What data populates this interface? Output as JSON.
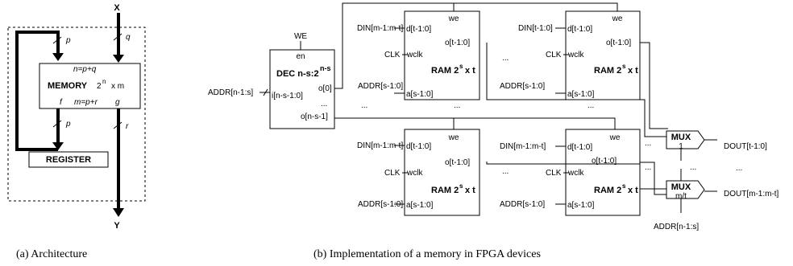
{
  "caption_a": "(a) Architecture",
  "caption_b": "(b) Implementation of a memory in FPGA devices",
  "arch": {
    "x": "X",
    "y": "Y",
    "p1": "p",
    "q": "q",
    "p2": "p",
    "r": "r",
    "npq": "n=p+q",
    "memory": "MEMORY",
    "mem2": "2",
    "memn": "n",
    "memx": "x m",
    "f": "f",
    "mpr": "m=p+r",
    "g": "g",
    "register": "REGISTER"
  },
  "fpga": {
    "we_in": "WE",
    "addr_top": "ADDR[n-1:s]",
    "dec": {
      "en": "en",
      "title": "DEC n-s:2",
      "sup": "n-s",
      "in": "i[n-s-1:0]",
      "o0": "o[0]",
      "odots": "...",
      "on": "o[n-s-1]"
    },
    "ram_tl": {
      "we": "we",
      "din": "DIN[m-1:m-t]",
      "d": "d[t-1:0]",
      "o": "o[t-1:0]",
      "clk": "CLK",
      "wclk": "wclk",
      "title": "RAM 2",
      "sup": "s",
      "rest": "x t",
      "addr": "ADDR[s-1:0]",
      "a": "a[s-1:0]"
    },
    "ram_tr": {
      "we": "we",
      "din": "DIN[t-1:0]",
      "d": "d[t-1:0]",
      "o": "o[t-1:0]",
      "clk": "CLK",
      "wclk": "wclk",
      "title": "RAM 2",
      "sup": "s",
      "rest": "x t",
      "addr": "ADDR[s-1:0]",
      "a": "a[s-1:0]"
    },
    "ram_bl": {
      "we": "we",
      "din": "DIN[m-1:m-t]",
      "d": "d[t-1:0]",
      "o": "o[t-1:0]",
      "clk": "CLK",
      "wclk": "wclk",
      "title": "RAM 2",
      "sup": "s",
      "rest": "x t",
      "addr": "ADDR[s-1:0]",
      "a": "a[s-1:0]"
    },
    "ram_br": {
      "we": "we",
      "din": "DIN[m-1:m-t]",
      "d": "d[t-1:0]",
      "o": "o[t-1:0]",
      "clk": "CLK",
      "wclk": "wclk",
      "title": "RAM 2",
      "sup": "s",
      "rest": "x t",
      "addr": "ADDR[s-1:0]",
      "a": "a[s-1:0]"
    },
    "mux1": {
      "title": "MUX",
      "sub": "1",
      "out": "DOUT[t-1:0]"
    },
    "mux2": {
      "title": "MUX",
      "sub": "m/t",
      "out": "DOUT[m-1:m-t]"
    },
    "addr_bottom": "ADDR[n-1:s]",
    "dots": "...",
    "hdots": "..."
  }
}
